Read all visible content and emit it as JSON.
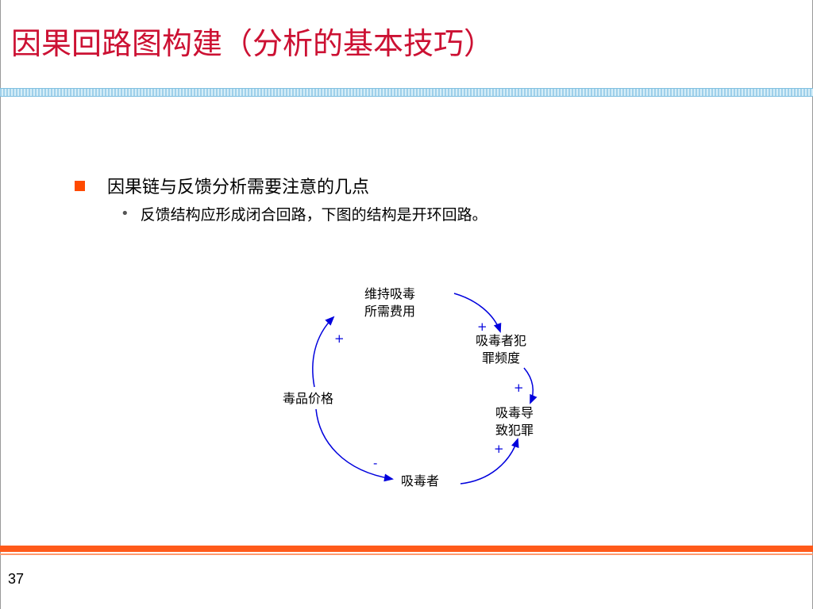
{
  "slide": {
    "title": "因果回路图构建（分析的基本技巧）",
    "bullet_level1": "因果链与反馈分析需要注意的几点",
    "bullet_level2": "反馈结构应形成闭合回路，下图的结构是开环回路。",
    "page_number": "37"
  },
  "diagram": {
    "nodes": {
      "maintain_cost_line1": "维持吸毒",
      "maintain_cost_line2": "所需费用",
      "crime_freq_line1": "吸毒者犯",
      "crime_freq_line2": "罪频度",
      "drug_crime_line1": "吸毒导",
      "drug_crime_line2": "致犯罪",
      "addicts": "吸毒者",
      "drug_price": "毒品价格"
    },
    "links": [
      {
        "from": "maintain_cost",
        "to": "crime_freq",
        "polarity": "+"
      },
      {
        "from": "crime_freq",
        "to": "drug_crime",
        "polarity": "+"
      },
      {
        "from": "addicts",
        "to": "drug_crime",
        "polarity": "+"
      },
      {
        "from": "drug_price",
        "to": "addicts",
        "polarity": "-"
      },
      {
        "from": "drug_price",
        "to": "maintain_cost",
        "polarity": "+"
      }
    ],
    "arrow_color": "#0000dd"
  },
  "colors": {
    "title": "#cc1133",
    "bullet_square": "#ff4a00",
    "footer_bar": "#ff5a1a",
    "header_band": "#bfe1f2"
  }
}
